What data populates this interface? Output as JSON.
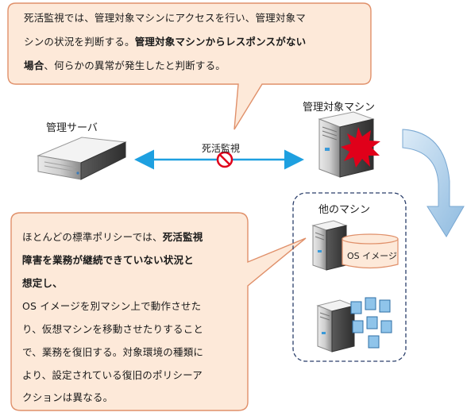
{
  "colors": {
    "callout_fill": "#fde9d9",
    "callout_stroke": "#e0906a",
    "arrow": "#1ea0e0",
    "burst": "#e0001a",
    "big_arrow": "#a9cde8",
    "dashed_box": "#2a3e6a"
  },
  "top_callout": {
    "line1": "死活監視では、管理対象マシンにアクセスを行い、管理対象マ",
    "line2_normal": "シンの状況を判断する。",
    "line2_bold": "管理対象マシンからレスポンスがない",
    "line3_bold": "場合",
    "line3_normal": "、何らかの異常が発生したと判断する。"
  },
  "labels": {
    "management_server": "管理サーバ",
    "managed_machine": "管理対象マシン",
    "heartbeat": "死活監視",
    "other_machine": "他のマシン",
    "os_image": "OS イメージ"
  },
  "icons": {
    "management_server": "rack-server-icon",
    "managed_machine": "tower-server-icon",
    "failure": "explosion-icon",
    "prohibited": "prohibited-icon",
    "transfer_arrow": "curved-arrow-icon",
    "os_image": "disk-cylinder-icon",
    "virtual_machines": "virtual-machine-icon"
  },
  "bottom_callout": {
    "line1_normal": "ほとんどの標準ポリシーでは、",
    "line1_bold": "死活監視",
    "line2_bold": "障害を業務が継続できていない状況と",
    "line3_bold": "想定し、",
    "line4": "OS イメージを別マシン上で動作させた",
    "line5": "り、仮想マシンを移動させたりすること",
    "line6": "で、業務を復旧する。対象環境の種類に",
    "line7": "より、設定されている復旧のポリシーア",
    "line8": "クションは異なる。"
  }
}
